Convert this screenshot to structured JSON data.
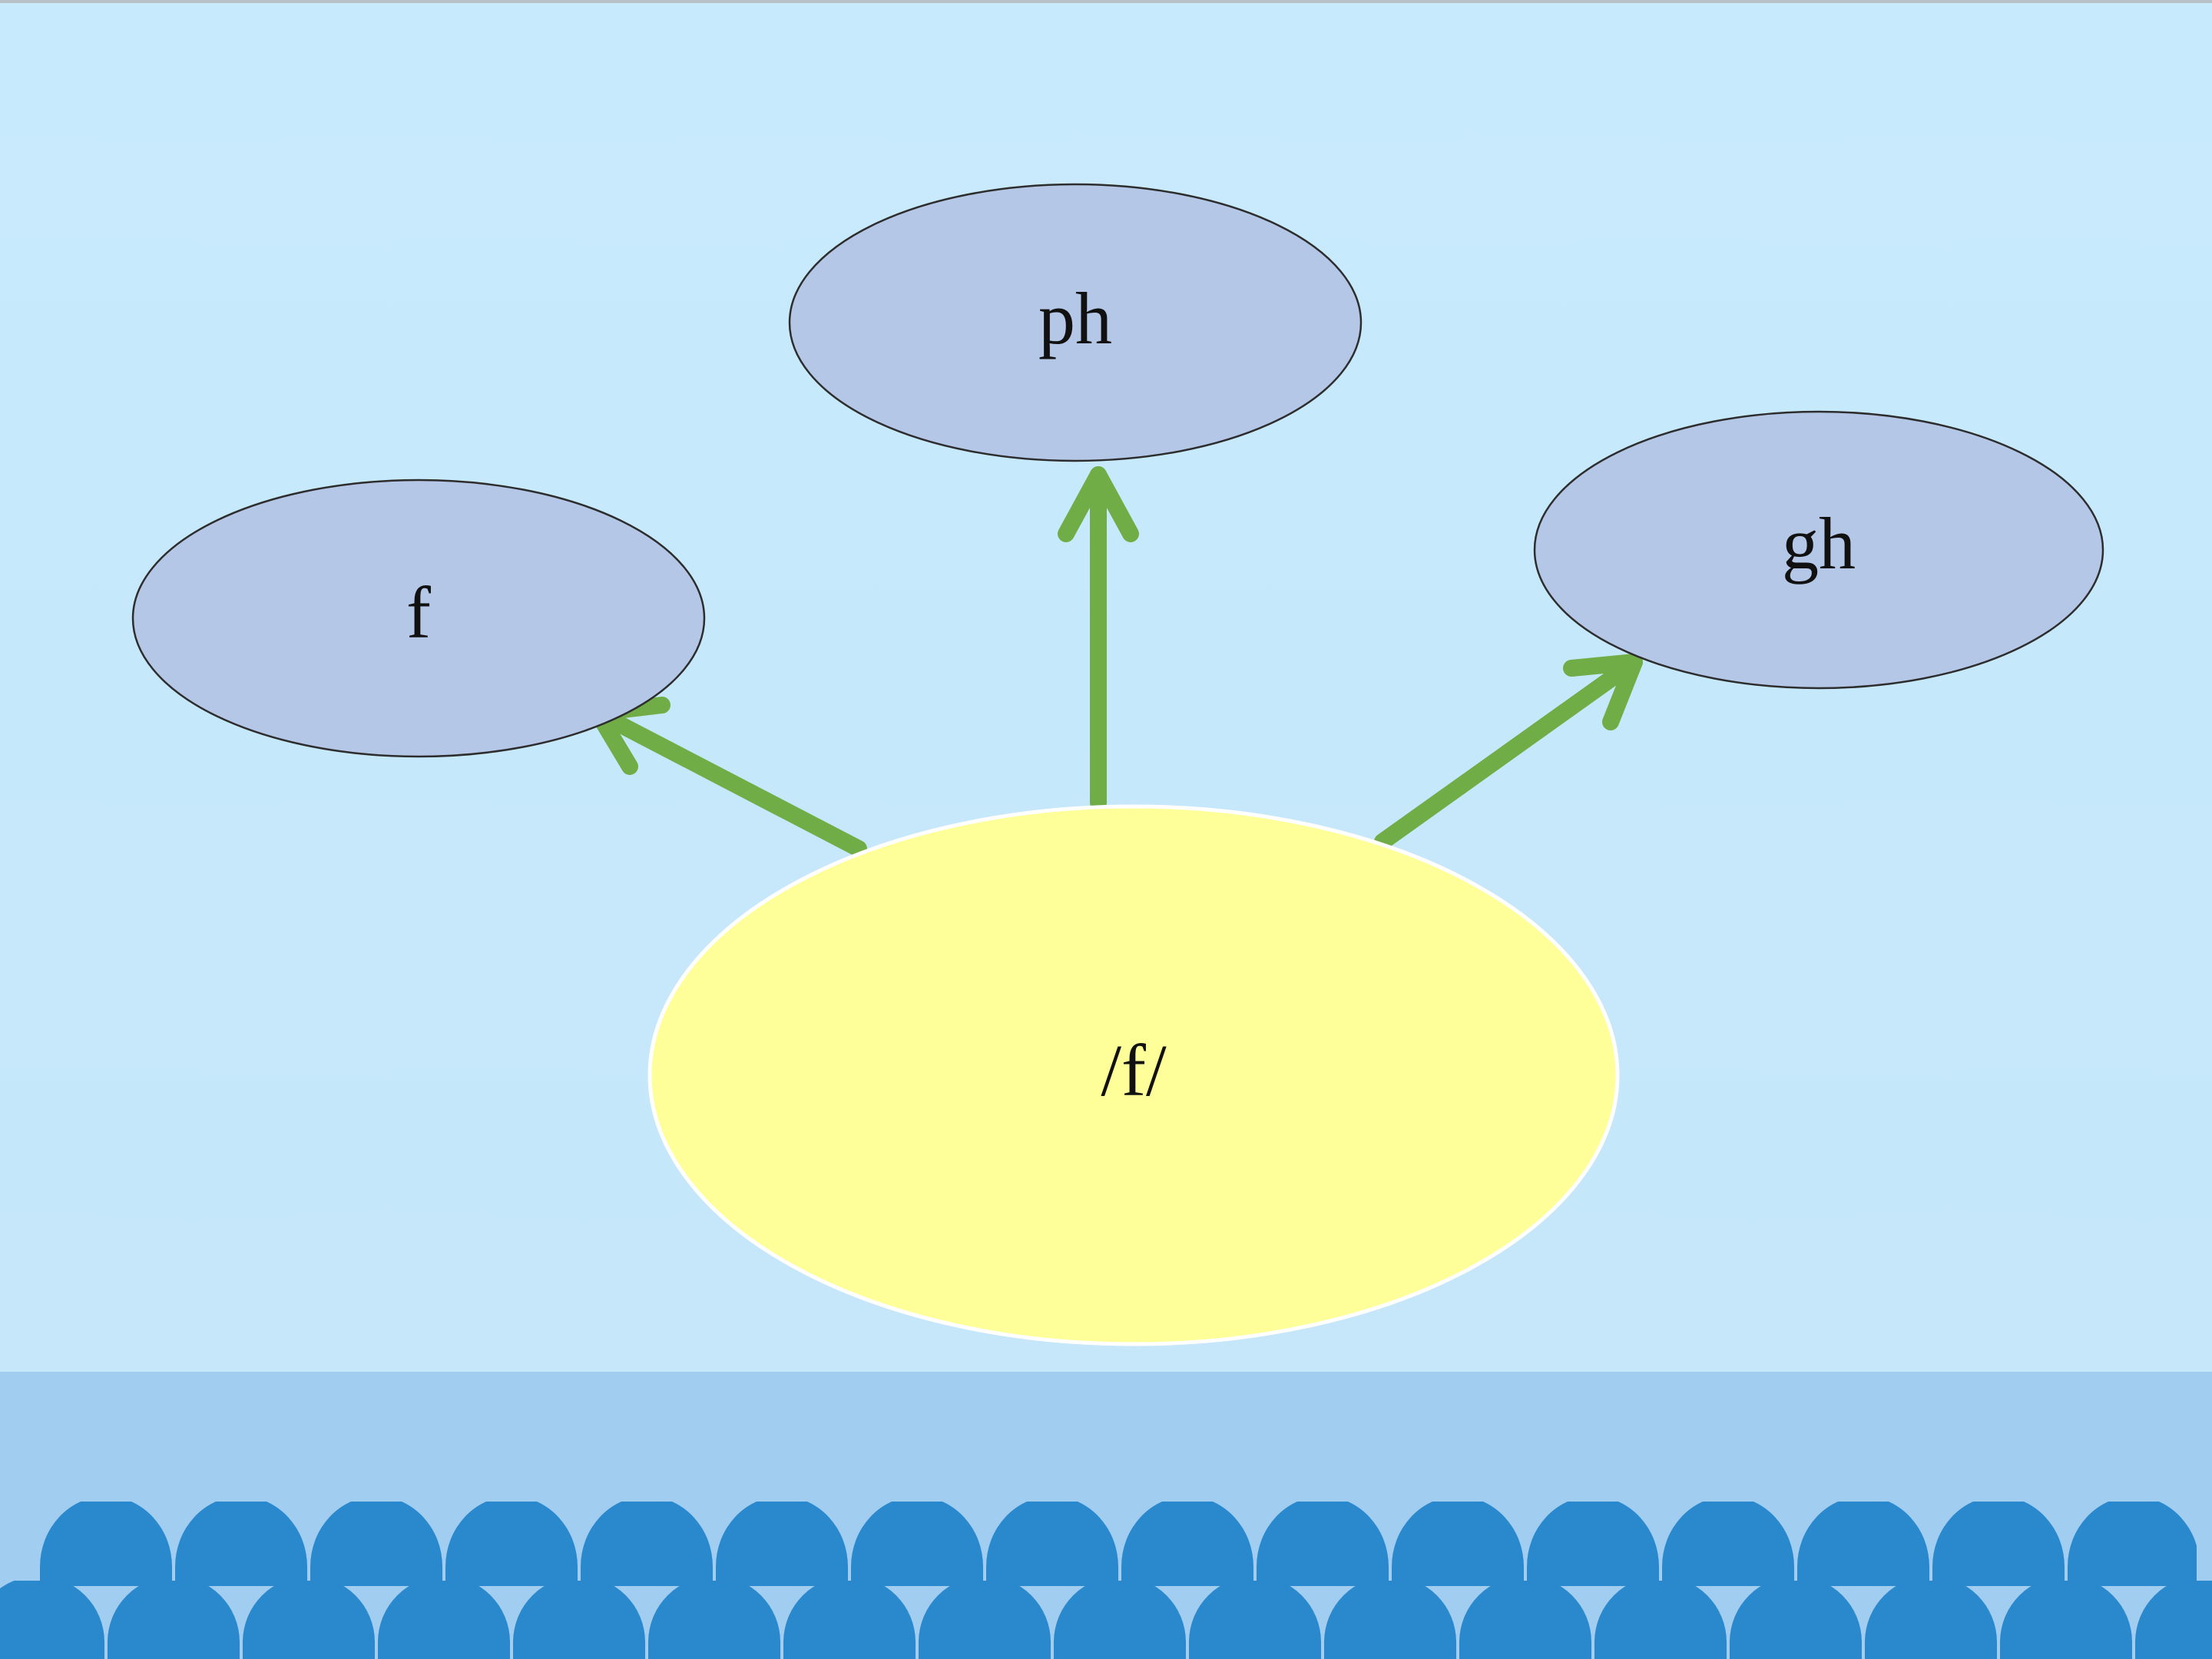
{
  "diagram": {
    "center": {
      "label": "/f/"
    },
    "spellings": [
      {
        "id": "f",
        "label": "f"
      },
      {
        "id": "ph",
        "label": "ph"
      },
      {
        "id": "gh",
        "label": "gh"
      }
    ]
  },
  "colors": {
    "background": "#c7e8fb",
    "footer_band": "#a1cdf0",
    "scallop": "#2a88cc",
    "spelling_fill": "#b4c7e7",
    "center_fill": "#ffff99",
    "arrow": "#70ad47"
  }
}
